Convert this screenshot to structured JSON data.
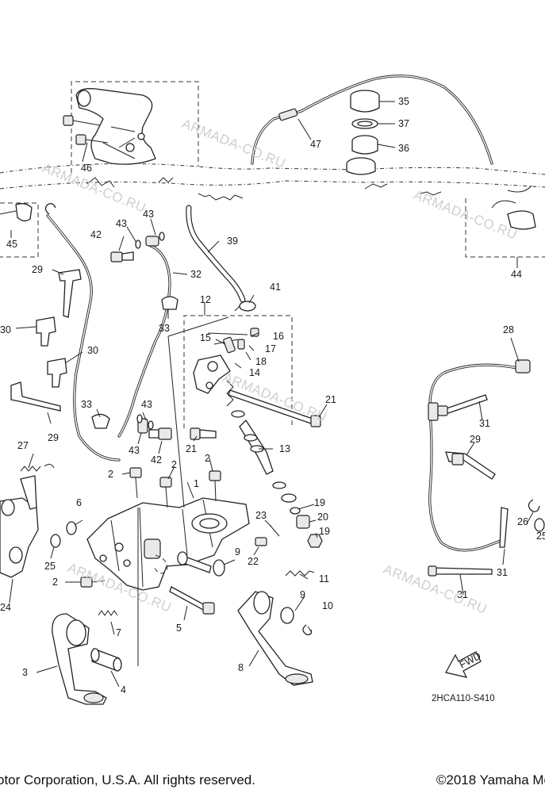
{
  "watermarks": [
    "ARMADA-CO.RU",
    "ARMADA-CO.RU",
    "ARMADA-CO.RU",
    "ARMADA-CO.RU",
    "ARMADA-CO.RU",
    "ARMADA-CO.RU"
  ],
  "diagram_code": "2HCA110-S410",
  "fwd_label": "FWD",
  "footer": {
    "left": "otor Corporation, U.S.A. All rights reserved.",
    "right": "©2018 Yamaha Mo"
  },
  "callouts": [
    "35",
    "37",
    "36",
    "47",
    "46",
    "45",
    "44",
    "43",
    "43",
    "43",
    "43",
    "42",
    "42",
    "41",
    "39",
    "32",
    "33",
    "33",
    "29",
    "29",
    "29",
    "30",
    "30",
    "27",
    "26",
    "25",
    "25",
    "24",
    "28",
    "31",
    "31",
    "31",
    "21",
    "21",
    "20",
    "19",
    "19",
    "23",
    "22",
    "12",
    "15",
    "16",
    "17",
    "18",
    "14",
    "13",
    "11",
    "10",
    "9",
    "9",
    "8",
    "7",
    "6",
    "5",
    "4",
    "3",
    "2",
    "2",
    "2",
    "2",
    "1"
  ]
}
